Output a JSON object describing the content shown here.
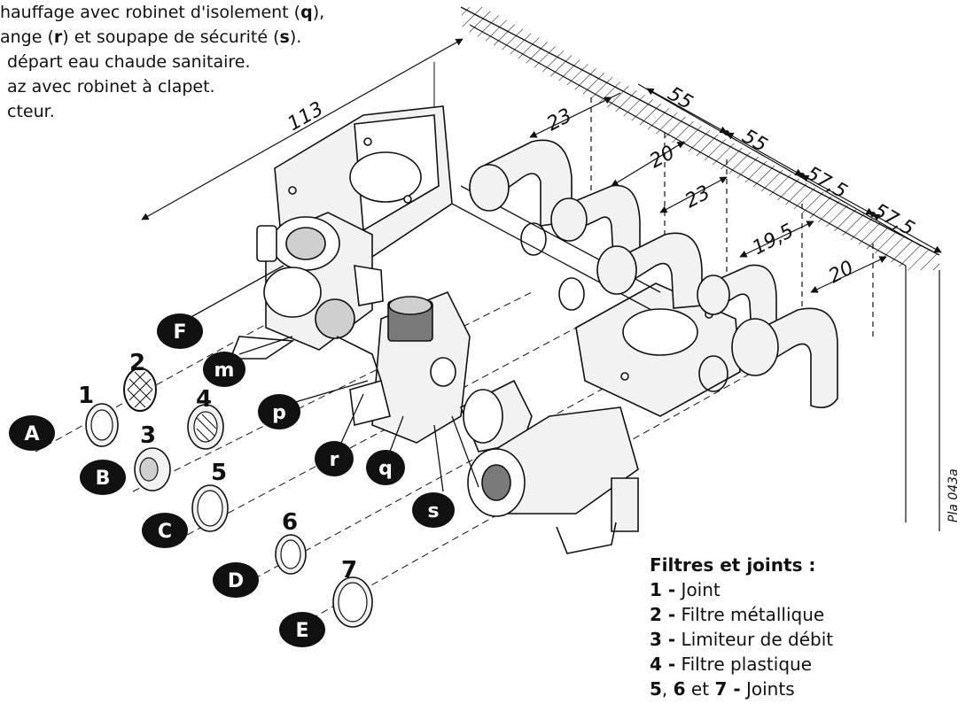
{
  "top_legend": [
    {
      "pre": "hauffage avec robinet d'isolement (",
      "bold": "q",
      "post": "),"
    },
    {
      "pre": "ange (",
      "bold": "r",
      "post": ") et soupape de sécurité (",
      "bold2": "s",
      "post2": ")."
    },
    {
      "pre": "départ eau chaude sanitaire.",
      "bold": "",
      "post": ""
    },
    {
      "pre": "az avec robinet à clapet.",
      "bold": "",
      "post": ""
    },
    {
      "pre": "cteur.",
      "bold": "",
      "post": ""
    }
  ],
  "dimensions": {
    "d113": "113",
    "d23a": "23",
    "d20a": "20",
    "d23b": "23",
    "d19_5": "19,5",
    "d20b": "20",
    "d55a": "55",
    "d55b": "55",
    "d57_5a": "57,5",
    "d57_5b": "57,5"
  },
  "callout_numbers": [
    "1",
    "2",
    "3",
    "4",
    "5",
    "6",
    "7"
  ],
  "pipe_letters": [
    "A",
    "B",
    "C",
    "D",
    "E",
    "F"
  ],
  "part_letters": [
    "m",
    "p",
    "r",
    "q",
    "s"
  ],
  "reference": "Pla 043a",
  "filters": {
    "title": "Filtres et joints :",
    "items": [
      {
        "num": "1 -",
        "text": " Joint"
      },
      {
        "num": "2 -",
        "text": " Filtre métallique"
      },
      {
        "num": "3 -",
        "text": " Limiteur de débit"
      },
      {
        "num": "4 -",
        "text": " Filtre plastique"
      }
    ],
    "last": {
      "n1": "5",
      "sep1": ", ",
      "n2": "6",
      "sep2": " et ",
      "n3": "7 -",
      "text": " Joints"
    }
  },
  "colors": {
    "ink": "#111111",
    "part_fill": "#f2f2f2",
    "shade": "#cfcfcf",
    "dark": "#7a7a7a",
    "badge": "#111111"
  }
}
